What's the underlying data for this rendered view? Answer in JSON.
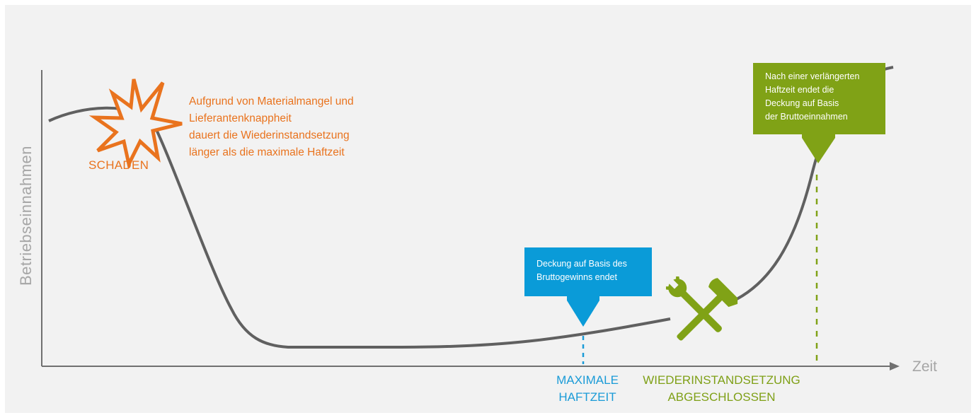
{
  "axes": {
    "y_label": "Betriebseinnahmen",
    "x_label": "Zeit"
  },
  "damage": {
    "label": "SCHADEN",
    "icon": "explosion-burst-icon",
    "note_lines": [
      "Aufgrund von Materialmangel und",
      "Lieferantenknappheit",
      "dauert die Wiederinstandsetzung",
      "länger als die maximale Haftzeit"
    ]
  },
  "gross_profit_box": {
    "lines": [
      "Deckung auf Basis des",
      "Bruttogewinns endet"
    ]
  },
  "extended_box": {
    "lines": [
      "Nach einer verlängerten",
      "Haftzeit endet die",
      "Deckung auf Basis",
      "der Bruttoeinnahmen"
    ]
  },
  "max_liability_label": {
    "lines": [
      "MAXIMALE",
      "HAFTZEIT"
    ]
  },
  "repair_label": {
    "icon": "wrench-hammer-icon",
    "lines": [
      "WIEDERINSTANDSETZUNG",
      "ABGESCHLOSSEN"
    ]
  },
  "colors": {
    "background": "#f2f2f2",
    "curve": "#606060",
    "axis": "#707070",
    "axis_text": "#a6a6a6",
    "damage": "#e9731e",
    "blue": "#0a9bd8",
    "green": "#80a216"
  }
}
